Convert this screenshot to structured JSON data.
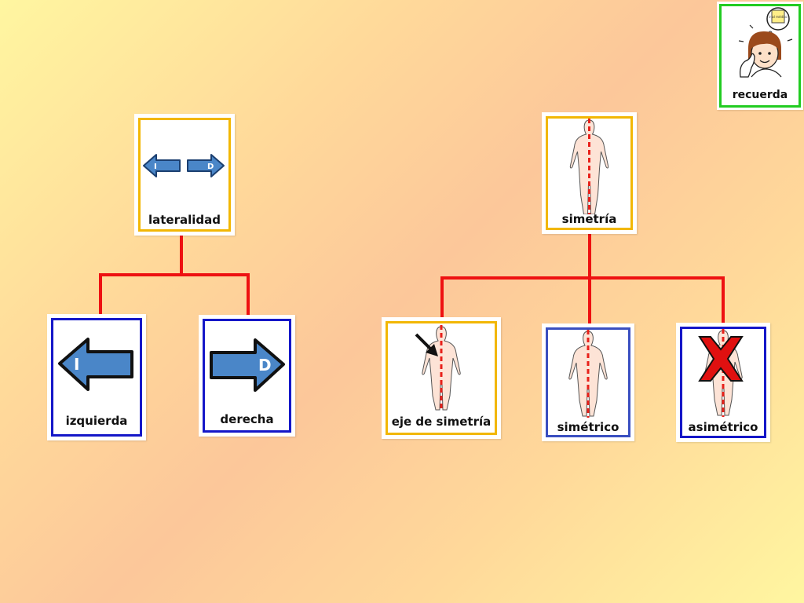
{
  "colors": {
    "connector": "#ee1111",
    "frame_yellow": "#f2b705",
    "frame_blue": "#1517c8",
    "frame_green": "#22cc22",
    "arrow_blue": "#4a86c8",
    "cross_red": "#e01010"
  },
  "corner": {
    "label": "recuerda",
    "note_text": "ir al médico",
    "icon": "thinking-girl-icon"
  },
  "left_tree": {
    "root": {
      "label": "lateralidad",
      "icon": "left-right-arrows-icon",
      "left_letter": "I",
      "right_letter": "D"
    },
    "children": [
      {
        "label": "izquierda",
        "icon": "left-arrow-icon",
        "letter": "I"
      },
      {
        "label": "derecha",
        "icon": "right-arrow-icon",
        "letter": "D"
      }
    ]
  },
  "right_tree": {
    "root": {
      "label": "simetría",
      "icon": "body-axis-icon"
    },
    "children": [
      {
        "label": "eje de simetría",
        "icon": "body-axis-pointer-icon"
      },
      {
        "label": "simétrico",
        "icon": "body-symmetric-icon"
      },
      {
        "label": "asimétrico",
        "icon": "body-crossed-icon"
      }
    ]
  }
}
